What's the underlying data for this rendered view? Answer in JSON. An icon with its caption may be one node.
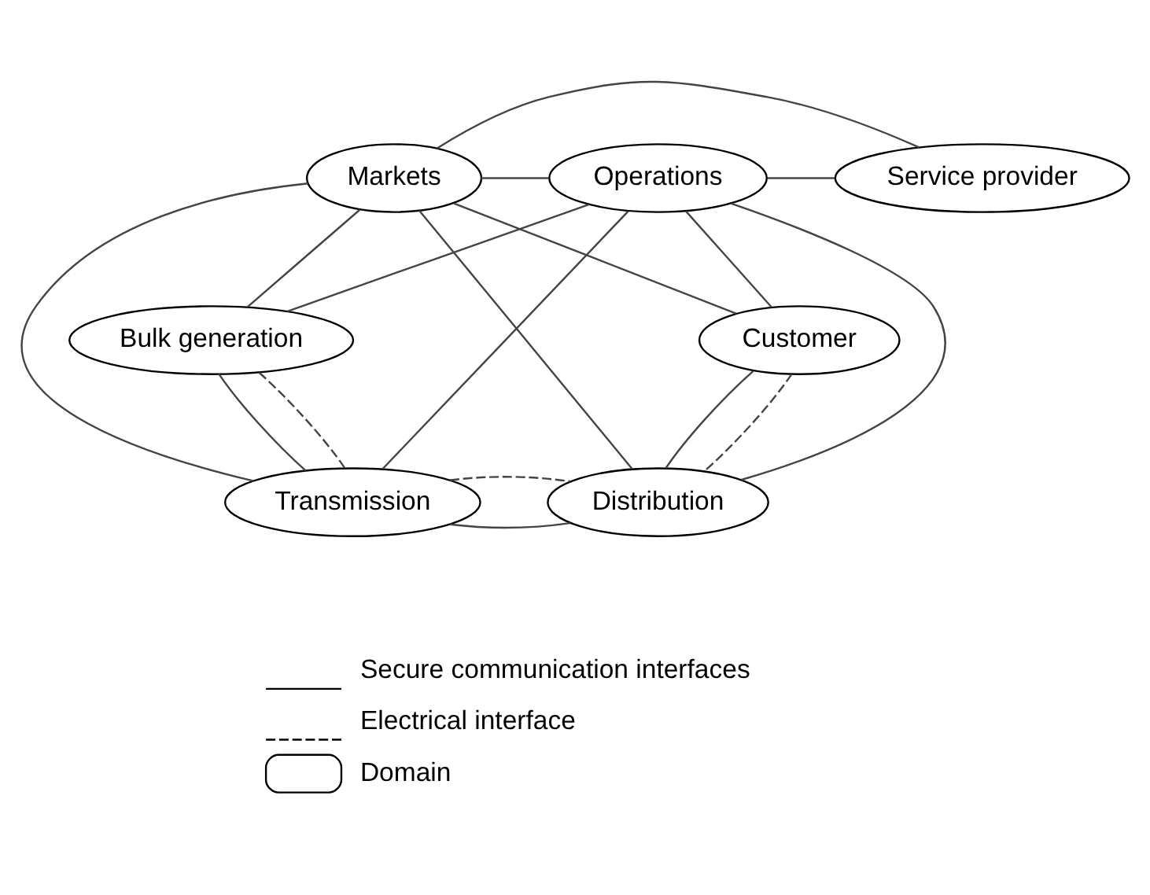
{
  "diagram": {
    "nodes": [
      {
        "text": [
          "Markets"
        ]
      },
      {
        "text": [
          "Operations"
        ]
      },
      {
        "text": [
          "Service provider"
        ]
      },
      {
        "text": [
          "Bulk generation"
        ]
      },
      {
        "text": [
          "Customer"
        ]
      },
      {
        "text": [
          "Transmission"
        ]
      },
      {
        "text": [
          "Distribution"
        ]
      }
    ],
    "edges": [
      {
        "from": 0,
        "to": 2,
        "arrow": "none"
      },
      {
        "from": 0,
        "to": 1,
        "arrow": "none"
      },
      {
        "from": 1,
        "to": 2,
        "arrow": "none"
      },
      {
        "from": 0,
        "to": 3,
        "arrow": "none"
      },
      {
        "from": 0,
        "to": 5,
        "arrow": "none"
      },
      {
        "from": 0,
        "to": 6,
        "arrow": "none"
      },
      {
        "from": 0,
        "to": 4,
        "arrow": "none"
      },
      {
        "from": 1,
        "to": 3,
        "arrow": "none"
      },
      {
        "from": 1,
        "to": 5,
        "arrow": "none"
      },
      {
        "from": 1,
        "to": 6,
        "arrow": "none"
      },
      {
        "from": 1,
        "to": 4,
        "arrow": "none"
      },
      {
        "from": 3,
        "to": 5,
        "arrow": "none"
      },
      {
        "from": 3,
        "to": 5,
        "arrow": "none",
        "style": "dashed"
      },
      {
        "from": 5,
        "to": 6,
        "arrow": "none"
      },
      {
        "from": 5,
        "to": 6,
        "arrow": "none",
        "style": "dashed"
      },
      {
        "from": 4,
        "to": 6,
        "arrow": "none"
      },
      {
        "from": 4,
        "to": 6,
        "arrow": "none",
        "style": "dashed"
      }
    ],
    "legend": [
      {
        "text": "Secure communication interfaces"
      },
      {
        "text": "Electrical interface"
      },
      {
        "text": "Domain"
      }
    ]
  }
}
